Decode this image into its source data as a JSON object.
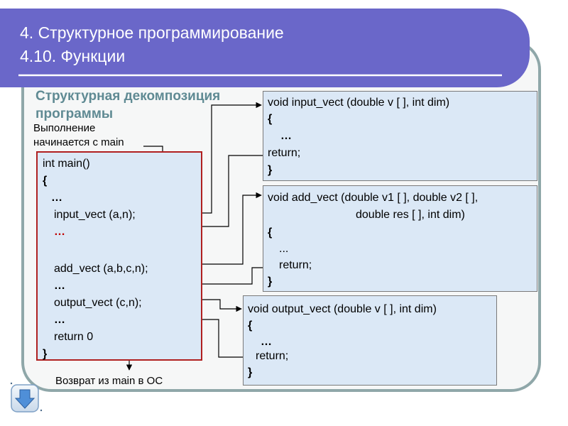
{
  "title": {
    "line1": "4. Структурное  программирование",
    "line2": "4.10. Функции"
  },
  "decomposition_heading": "Структурная декомпозиция программы",
  "execution_note": {
    "line1": "Выполнение",
    "line2": "начинается с main"
  },
  "return_note": "Возврат из main в ОС",
  "main_code": {
    "signature": "int main()",
    "open_brace": "{",
    "dots_1": "…",
    "call_input": "input_vect (a,n);",
    "dots_2": "…",
    "call_add": "add_vect (a,b,c,n);",
    "dots_3": "…",
    "call_output": "output_vect (c,n);",
    "dots_4": "…",
    "return_stmt": "return  0",
    "close_brace": "}"
  },
  "input_func": {
    "signature": "void input_vect (double v [ ], int dim)",
    "open_brace": "{",
    "dots": "…",
    "return_stmt": "return;",
    "close_brace": "}"
  },
  "add_func": {
    "signature_line1": "void add_vect (double v1 [ ], double v2 [ ],",
    "signature_line2": "double res [ ], int dim)",
    "open_brace": "{",
    "dots": "...",
    "return_stmt": "return;",
    "close_brace": "}"
  },
  "output_func": {
    "signature": "void output_vect (double v [ ], int dim)",
    "open_brace": "{",
    "dots": "…",
    "return_stmt": "return;",
    "close_brace": "}"
  },
  "colors": {
    "header_band": "#6a67c9",
    "frame_border": "#8fa7a9",
    "box_fill": "#dbe8f6",
    "main_border": "#b02020",
    "heading_text": "#5f8a93",
    "ellipsis_red": "#c00000"
  },
  "icons": {
    "nav": "arrow-down-icon"
  }
}
